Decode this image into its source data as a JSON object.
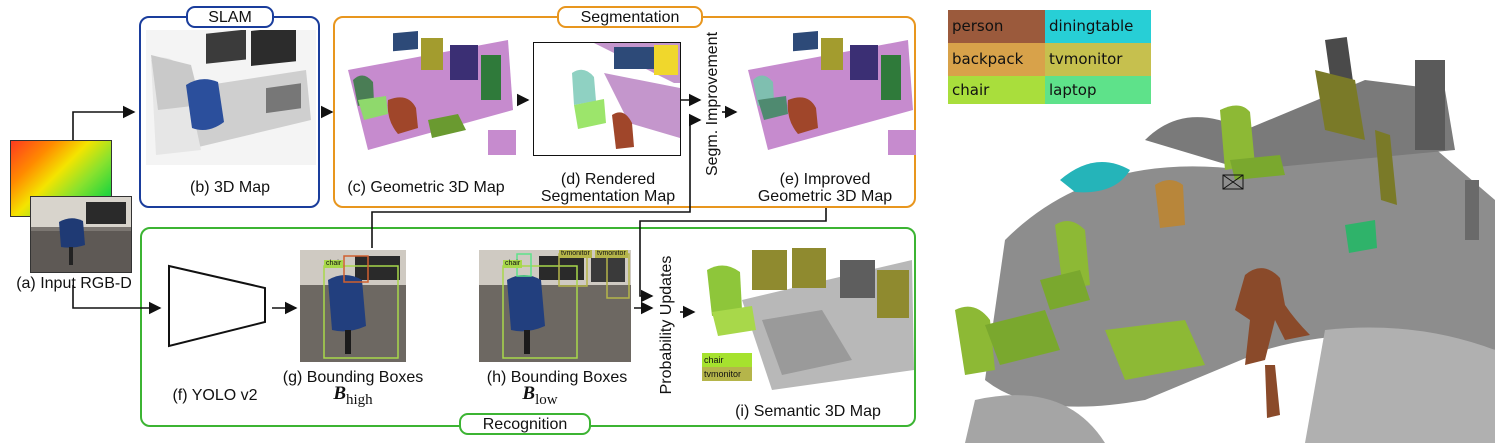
{
  "groups": {
    "slam": "SLAM",
    "segmentation": "Segmentation",
    "recognition": "Recognition"
  },
  "captions": {
    "a": "(a) Input RGB-D",
    "b": "(b) 3D Map",
    "c": "(c) Geometric 3D Map",
    "d_line1": "(d) Rendered",
    "d_line2": "Segmentation Map",
    "e_line1": "(e) Improved",
    "e_line2": "Geometric 3D Map",
    "f": "(f) YOLO v2",
    "g": "(g) Bounding Boxes",
    "h": "(h) Bounding Boxes",
    "i": "(i) Semantic 3D Map"
  },
  "math": {
    "g_symbol": "B",
    "g_sub": "high",
    "h_symbol": "B",
    "h_sub": "low"
  },
  "vertical_labels": {
    "segm_improvement": "Segm. Improvement",
    "probability_updates": "Probability Updates"
  },
  "bbox_labels": {
    "g": [
      "chair"
    ],
    "h": [
      "chair",
      "tvmonitor",
      "tvmonitor"
    ]
  },
  "map_legend": [
    {
      "label": "chair",
      "color": "#a6e22e"
    },
    {
      "label": "tvmonitor",
      "color": "#b5b54a"
    }
  ],
  "legend": [
    {
      "label": "person",
      "color": "#9b5a3c"
    },
    {
      "label": "diningtable",
      "color": "#27cfd6"
    },
    {
      "label": "backpack",
      "color": "#d8a24a"
    },
    {
      "label": "tvmonitor",
      "color": "#c6c04e"
    },
    {
      "label": "chair",
      "color": "#a9de3c"
    },
    {
      "label": "laptop",
      "color": "#5ee28a"
    }
  ],
  "colors": {
    "slam_frame": "#1a3d9c",
    "segmentation_frame": "#e8961e",
    "recognition_frame": "#3cb433"
  }
}
